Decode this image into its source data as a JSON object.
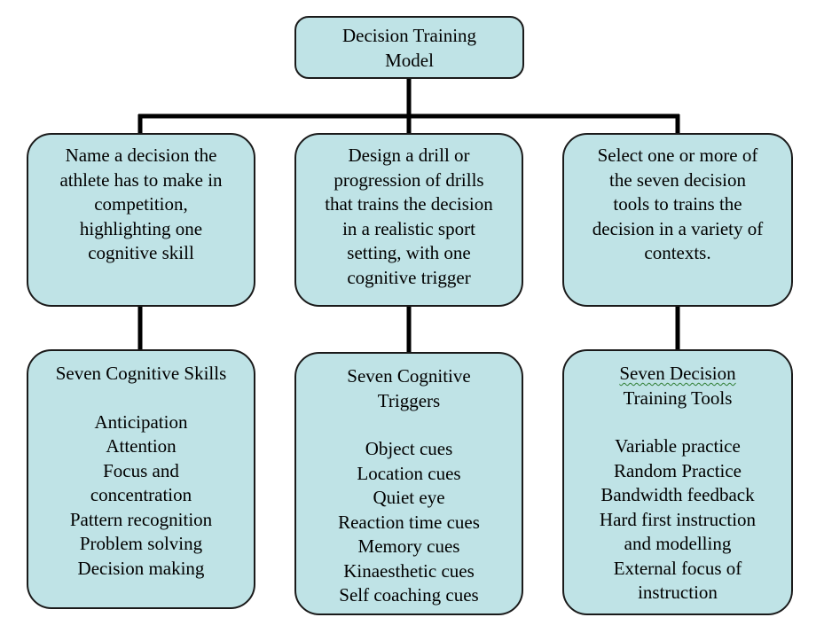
{
  "root": {
    "lines": [
      "Decision Training",
      "Model"
    ]
  },
  "steps": [
    {
      "lines": [
        "Name a decision the",
        "athlete has to make in",
        "competition,",
        "highlighting one",
        "cognitive skill"
      ]
    },
    {
      "lines": [
        "Design a drill or",
        "progression of drills",
        "that trains the decision",
        "in a realistic sport",
        "setting, with one",
        "cognitive trigger"
      ]
    },
    {
      "lines": [
        "Select one or more of",
        "the seven decision",
        "tools to trains the",
        "decision in a variety of",
        "contexts."
      ]
    }
  ],
  "lists": [
    {
      "title_lines": [
        "Seven Cognitive Skills"
      ],
      "items": [
        "Anticipation",
        "Attention",
        "Focus and",
        "concentration",
        "Pattern recognition",
        "Problem solving",
        "Decision making"
      ]
    },
    {
      "title_lines": [
        "Seven Cognitive",
        "Triggers"
      ],
      "items": [
        "Object cues",
        "Location cues",
        "Quiet eye",
        "Reaction time cues",
        "Memory cues",
        "Kinaesthetic cues",
        "Self coaching cues"
      ]
    },
    {
      "title_lines": [
        "Seven Decision",
        "Training Tools"
      ],
      "items": [
        "Variable practice",
        "Random Practice",
        "Bandwidth feedback",
        "Hard first instruction",
        "and modelling",
        "External focus of",
        "instruction"
      ]
    }
  ],
  "colors": {
    "box_fill": "#bfe3e6",
    "border": "#1a1a1a",
    "connector": "#000000"
  }
}
